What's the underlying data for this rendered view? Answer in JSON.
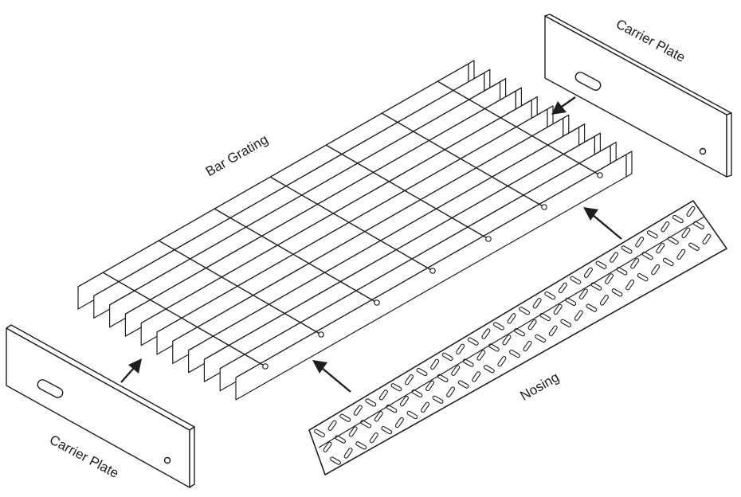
{
  "labels": {
    "bar_grating": "Bar Grating",
    "carrier_plate_top": "Carrier Plate",
    "carrier_plate_bottom": "Carrier Plate",
    "nosing": "Nosing"
  },
  "colors": {
    "line": "#1e1e1e",
    "background": "#ffffff"
  }
}
